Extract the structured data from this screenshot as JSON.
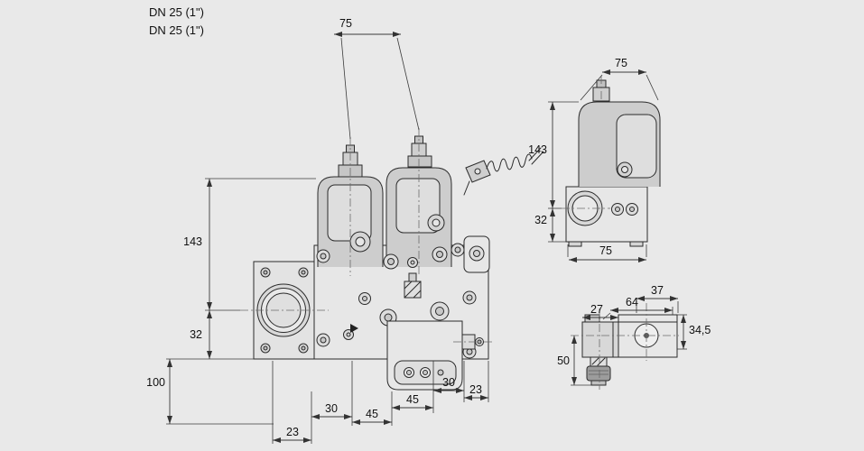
{
  "bg": "#e9e9e9",
  "ink": "#222222",
  "labels": {
    "dn_line1": "DN 25 (1\")",
    "dn_line2": "DN 25 (1\")"
  },
  "main_view": {
    "dim_coil_spacing": "75",
    "dim_height": "143",
    "dim_center_to_base": "32",
    "dim_base_height": "100",
    "dim_bottom_left": "23",
    "dim_bottom_1": "30",
    "dim_bottom_2": "45",
    "dim_bottom_3": "45",
    "dim_bottom_4": "30",
    "dim_bottom_right": "23"
  },
  "side_view": {
    "dim_depth_top": "75",
    "dim_height": "143",
    "dim_center_to_base": "32",
    "dim_depth_bottom": "75"
  },
  "detail_view": {
    "dim_width_right": "37",
    "dim_total_width": "64",
    "dim_coil_width": "27",
    "dim_height_right": "34,5",
    "dim_height_left": "50"
  }
}
